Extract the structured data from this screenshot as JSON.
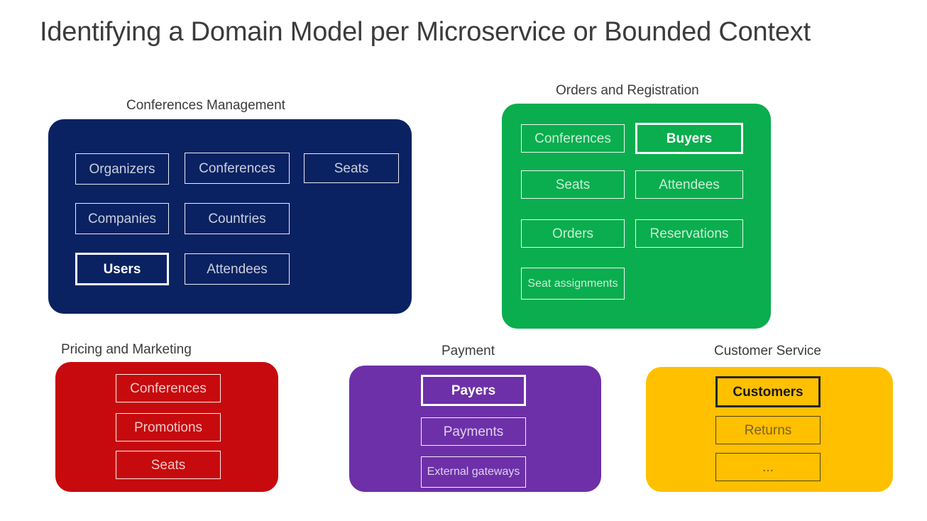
{
  "title": "Identifying a Domain Model per Microservice or Bounded Context",
  "colors": {
    "background": "#ffffff",
    "title_text": "#3b3b3b",
    "caption_text": "#3b3b3b",
    "conferences_management": "#0A2262",
    "orders_and_registration": "#0AAE4E",
    "pricing_and_marketing": "#C60A0D",
    "payment": "#6D30A8",
    "customer_service": "#FFC000",
    "chip_border_light": "#ffffff",
    "chip_border_dark": "#262626"
  },
  "contexts": [
    {
      "id": "conferences-management",
      "caption": "Conferences Management",
      "entities": [
        {
          "label": "Organizers",
          "highlighted": false
        },
        {
          "label": "Conferences",
          "highlighted": false
        },
        {
          "label": "Seats",
          "highlighted": false
        },
        {
          "label": "Companies",
          "highlighted": false
        },
        {
          "label": "Countries",
          "highlighted": false
        },
        {
          "label": "Users",
          "highlighted": true
        },
        {
          "label": "Attendees",
          "highlighted": false
        }
      ]
    },
    {
      "id": "orders-and-registration",
      "caption": "Orders and Registration",
      "entities": [
        {
          "label": "Conferences",
          "highlighted": false
        },
        {
          "label": "Buyers",
          "highlighted": true
        },
        {
          "label": "Seats",
          "highlighted": false
        },
        {
          "label": "Attendees",
          "highlighted": false
        },
        {
          "label": "Orders",
          "highlighted": false
        },
        {
          "label": "Reservations",
          "highlighted": false
        },
        {
          "label": "Seat assignments",
          "highlighted": false
        }
      ]
    },
    {
      "id": "pricing-and-marketing",
      "caption": "Pricing and Marketing",
      "entities": [
        {
          "label": "Conferences",
          "highlighted": false
        },
        {
          "label": "Promotions",
          "highlighted": false
        },
        {
          "label": "Seats",
          "highlighted": false
        }
      ]
    },
    {
      "id": "payment",
      "caption": "Payment",
      "entities": [
        {
          "label": "Payers",
          "highlighted": true
        },
        {
          "label": "Payments",
          "highlighted": false
        },
        {
          "label": "External gateways",
          "highlighted": false
        }
      ]
    },
    {
      "id": "customer-service",
      "caption": "Customer Service",
      "entities": [
        {
          "label": "Customers",
          "highlighted": true
        },
        {
          "label": "Returns",
          "highlighted": false
        },
        {
          "label": "...",
          "highlighted": false
        }
      ]
    }
  ]
}
